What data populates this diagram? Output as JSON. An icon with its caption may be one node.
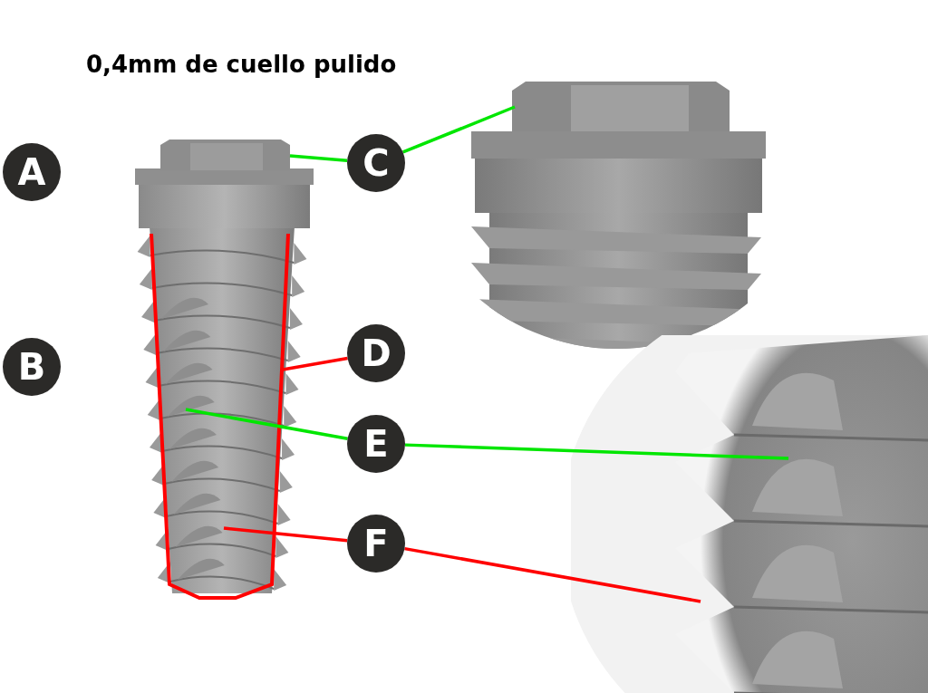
{
  "diagram": {
    "title": "0,4mm de cuello pulido",
    "nodes": [
      {
        "text": [
          "A"
        ]
      },
      {
        "text": [
          "C"
        ]
      },
      {
        "text": [
          "B"
        ]
      },
      {
        "text": [
          "D"
        ]
      },
      {
        "text": [
          "E"
        ]
      },
      {
        "text": [
          "F"
        ]
      },
      {
        "text": [],
        "shape": "picture"
      },
      {
        "text": [],
        "shape": "picture"
      },
      {
        "text": [],
        "shape": "picture"
      }
    ],
    "edges": [
      {
        "from": 1,
        "to": 6,
        "arrow": "none"
      },
      {
        "from": 1,
        "to": 7,
        "arrow": "none"
      },
      {
        "from": 3,
        "to": 6,
        "arrow": "none",
        "color": "#ff0000"
      },
      {
        "from": 4,
        "to": 6,
        "arrow": "none"
      },
      {
        "from": 4,
        "to": 8,
        "arrow": "none"
      },
      {
        "from": 5,
        "to": 6,
        "arrow": "none",
        "color": "#ff0000"
      },
      {
        "from": 5,
        "to": 8,
        "arrow": "none",
        "color": "#ff0000"
      }
    ]
  }
}
